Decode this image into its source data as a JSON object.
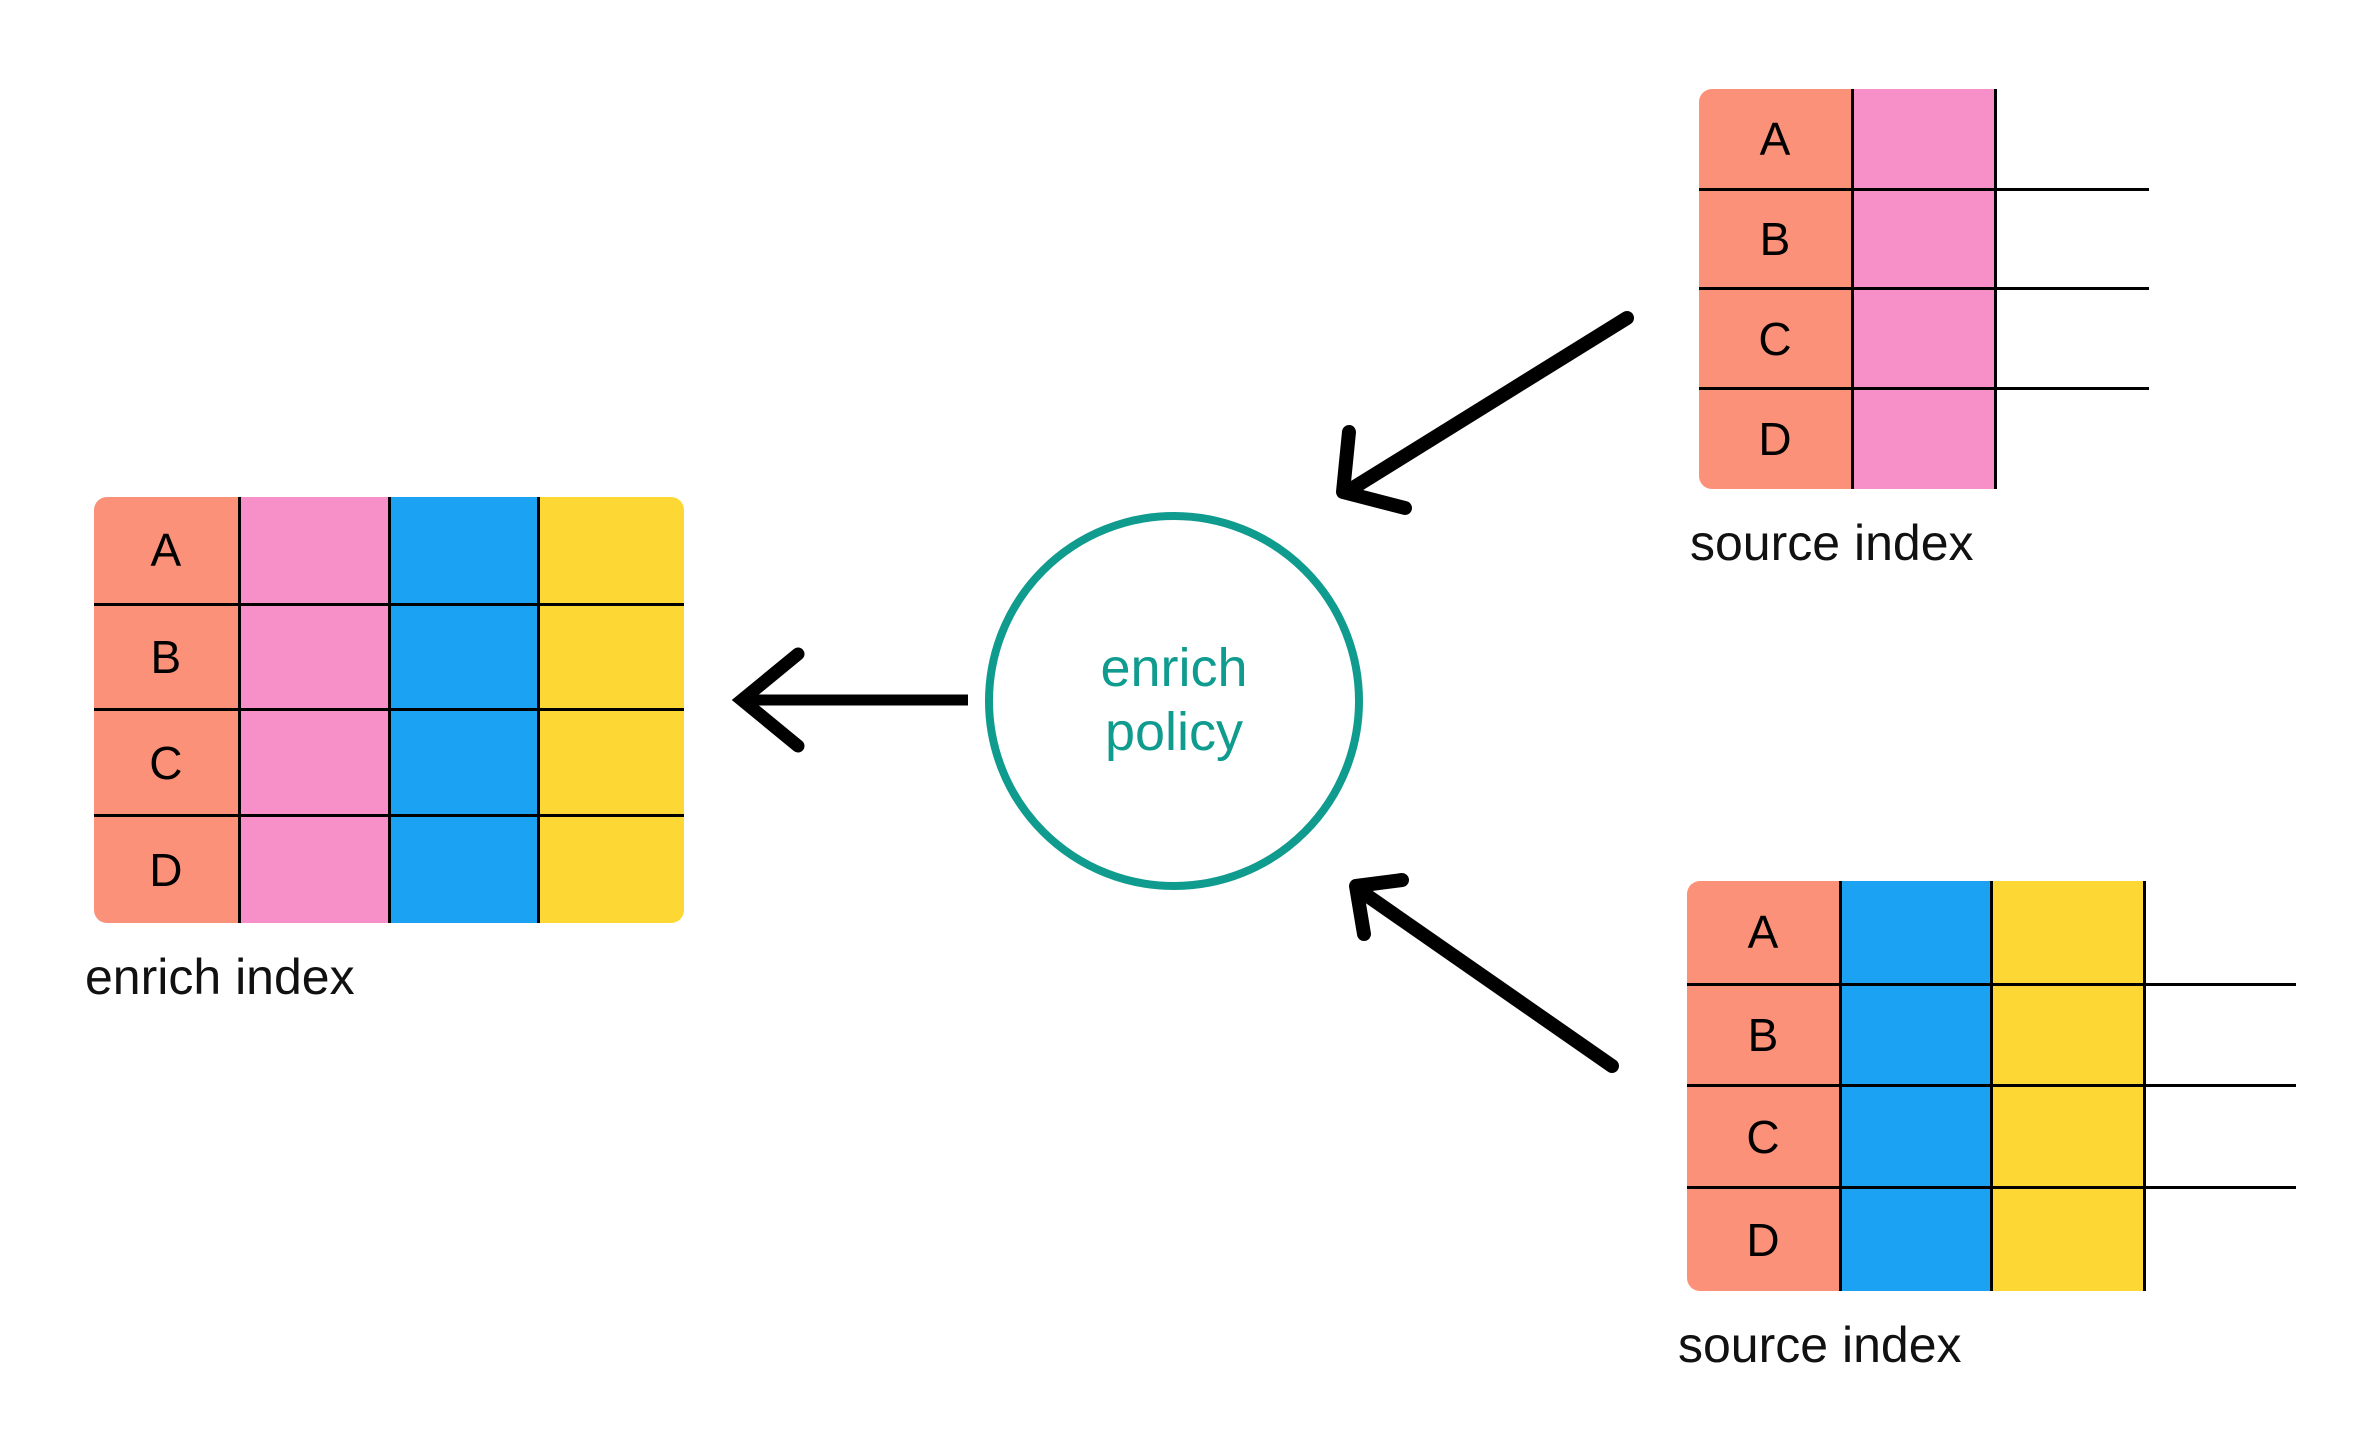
{
  "diagram": {
    "title": "enrich policy data flow",
    "background": "#ffffff"
  },
  "palette": {
    "key_column": "#fb9179",
    "pink_column": "#f78fc8",
    "blue_column": "#1ba2f2",
    "yellow_column": "#fdd835",
    "empty_column": "#ffffff",
    "table_frame": "#4a4a4a",
    "cell_line": "#000000",
    "accent_teal": "#0f9b8e",
    "arrow": "#000000",
    "label_text": "#111111"
  },
  "policy_node": {
    "name": "enrich-policy",
    "line1": "enrich",
    "line2": "policy",
    "shape": "circle",
    "stroke": "#0f9b8e",
    "text_color": "#0f9b8e"
  },
  "tables": [
    {
      "id": "enrich-index",
      "caption": "enrich index",
      "columns": [
        {
          "name": "key",
          "fill": "#fb9179",
          "has_text": true
        },
        {
          "name": "field-pink",
          "fill": "#f78fc8",
          "has_text": false
        },
        {
          "name": "field-blue",
          "fill": "#1ba2f2",
          "has_text": false
        },
        {
          "name": "field-yellow",
          "fill": "#fdd835",
          "has_text": false
        }
      ],
      "rows": [
        {
          "key": "A",
          "cells": [
            "A",
            "",
            "",
            ""
          ]
        },
        {
          "key": "B",
          "cells": [
            "B",
            "",
            "",
            ""
          ]
        },
        {
          "key": "C",
          "cells": [
            "C",
            "",
            "",
            ""
          ]
        },
        {
          "key": "D",
          "cells": [
            "D",
            "",
            "",
            ""
          ]
        }
      ]
    },
    {
      "id": "source-index-top",
      "caption": "source index",
      "columns": [
        {
          "name": "key",
          "fill": "#fb9179",
          "has_text": true
        },
        {
          "name": "field-pink",
          "fill": "#f78fc8",
          "has_text": false
        },
        {
          "name": "field-empty",
          "fill": "#ffffff",
          "has_text": false
        }
      ],
      "rows": [
        {
          "key": "A",
          "cells": [
            "A",
            "",
            ""
          ]
        },
        {
          "key": "B",
          "cells": [
            "B",
            "",
            ""
          ]
        },
        {
          "key": "C",
          "cells": [
            "C",
            "",
            ""
          ]
        },
        {
          "key": "D",
          "cells": [
            "D",
            "",
            ""
          ]
        }
      ]
    },
    {
      "id": "source-index-bottom",
      "caption": "source index",
      "columns": [
        {
          "name": "key",
          "fill": "#fb9179",
          "has_text": true
        },
        {
          "name": "field-blue",
          "fill": "#1ba2f2",
          "has_text": false
        },
        {
          "name": "field-yellow",
          "fill": "#fdd835",
          "has_text": false
        },
        {
          "name": "field-empty",
          "fill": "#ffffff",
          "has_text": false
        }
      ],
      "rows": [
        {
          "key": "A",
          "cells": [
            "A",
            "",
            "",
            ""
          ]
        },
        {
          "key": "B",
          "cells": [
            "B",
            "",
            "",
            ""
          ]
        },
        {
          "key": "C",
          "cells": [
            "C",
            "",
            "",
            ""
          ]
        },
        {
          "key": "D",
          "cells": [
            "D",
            "",
            "",
            ""
          ]
        }
      ]
    }
  ],
  "arrows": [
    {
      "id": "arrow-policy-to-enrich-index",
      "from": "enrich policy",
      "to": "enrich index",
      "direction": "left"
    },
    {
      "id": "arrow-source-top-to-policy",
      "from": "source index (top)",
      "to": "enrich policy",
      "direction": "down-left"
    },
    {
      "id": "arrow-source-bottom-to-policy",
      "from": "source index (bottom)",
      "to": "enrich policy",
      "direction": "up-left"
    }
  ]
}
